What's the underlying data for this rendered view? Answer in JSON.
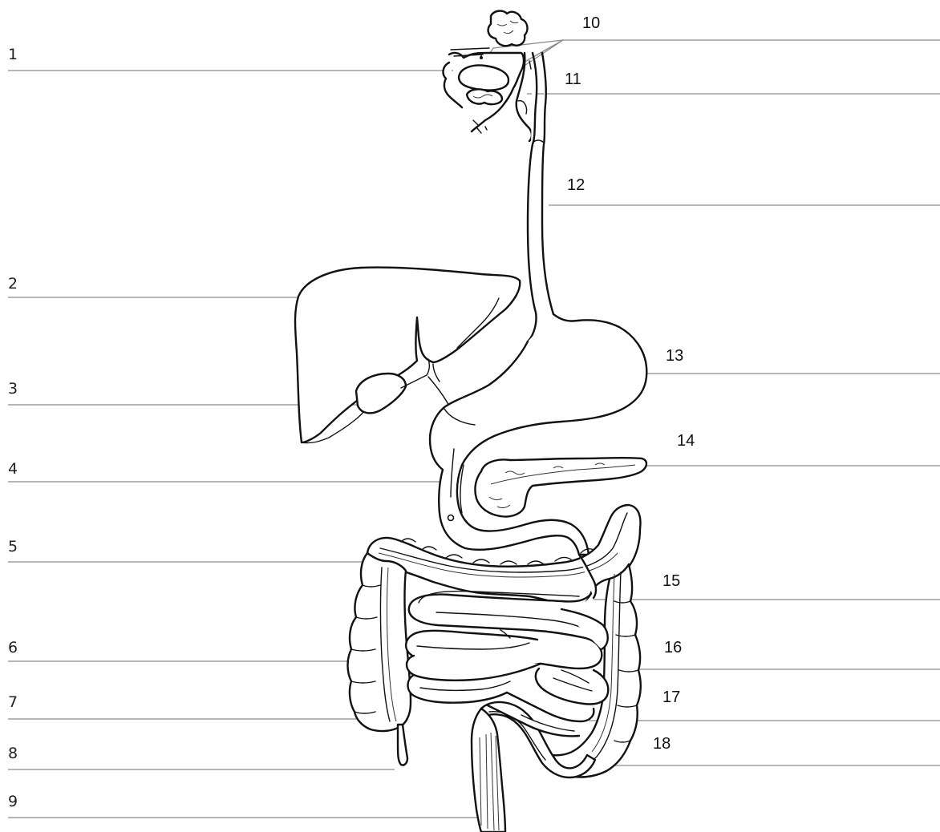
{
  "labels": {
    "l1": "1",
    "l2": "2",
    "l3": "3",
    "l4": "4",
    "l5": "5",
    "l6": "6",
    "l7": "7",
    "l8": "8",
    "l9": "9",
    "l10": "10",
    "l11": "11",
    "l12": "12",
    "l13": "13",
    "l14": "14",
    "l15": "15",
    "l16": "16",
    "l17": "17",
    "l18": "18"
  },
  "colors": {
    "line": "#111111",
    "leader": "#8a8a8a",
    "background": "#ffffff"
  }
}
